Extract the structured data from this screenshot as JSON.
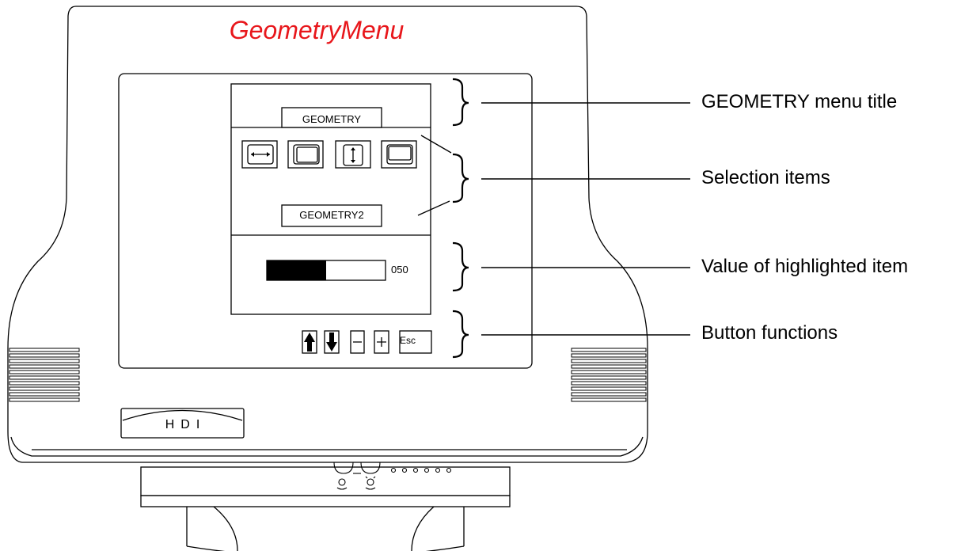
{
  "diagram": {
    "title": "GeometryMenu",
    "title_color": "#e8161b",
    "osd": {
      "menu_title": "GEOMETRY",
      "submenu_label": "GEOMETRY2",
      "selection_icons": [
        "horizontal-size-icon",
        "horizontal-position-icon",
        "vertical-size-icon",
        "vertical-position-icon"
      ],
      "value_text": "050",
      "value_level": 0.5,
      "buttons": [
        "up-arrow-icon",
        "down-arrow-icon",
        "minus-icon",
        "plus-icon",
        "Esc"
      ]
    },
    "callouts": {
      "menu_title": "GEOMETRY menu title",
      "selection_items": "Selection items",
      "value": "Value of highlighted item",
      "button_functions": "Button functions"
    },
    "brand": "HDI"
  }
}
